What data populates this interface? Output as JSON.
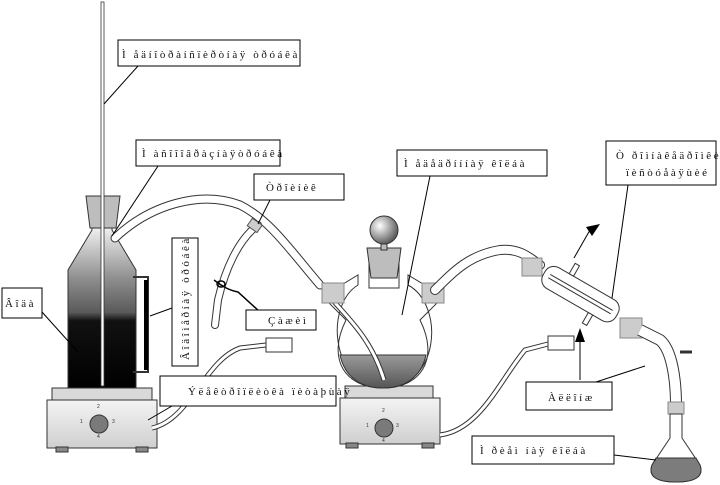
{
  "labels": {
    "thermometer_tube": "Ì åäíîòðàíñïèðòíàÿ òðóáêà",
    "air_tube": "Ì àñîîîâðàçíàÿòðóáêà",
    "absorption_flask": "Ì åäåäðíííàÿ êîëáà",
    "condenser": "Ò ðîìíàêåäðîìêè ïèñõîäåòè",
    "condenser_line2": "ïèñòóåàÿùèé",
    "tee": "Òðîèíèê",
    "water": "Âîäà",
    "level_tube": "Âîäîìåðíàÿ òðóáêà",
    "clamp": "Çàæèì",
    "heater": "Ýëåêòðîïëèòêà ïèòàþùàÿ",
    "ice": "Àëëîíæ",
    "receiver": "Ì ðèåì íàÿ êîëáà"
  },
  "knob": {
    "top": "2",
    "left": "1",
    "right": "3",
    "bottom": "4"
  }
}
